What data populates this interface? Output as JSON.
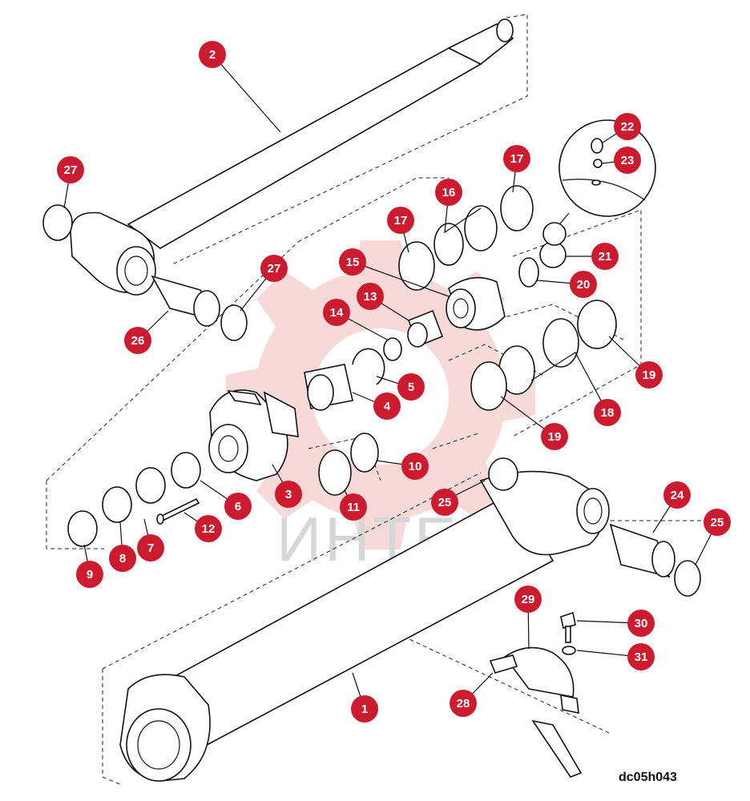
{
  "watermark": "ИНТЕХ",
  "diagram_code": "dc05h043",
  "callouts": [
    "2",
    "27",
    "26",
    "27",
    "17",
    "16",
    "17",
    "15",
    "13",
    "14",
    "5",
    "4",
    "22",
    "23",
    "21",
    "20",
    "19",
    "18",
    "19",
    "3",
    "6",
    "12",
    "7",
    "8",
    "9",
    "10",
    "11",
    "25",
    "24",
    "25",
    "29",
    "30",
    "31",
    "28",
    "1"
  ],
  "colors": {
    "callout": "#cc1a2e",
    "line": "#111111",
    "watermark": "#f2b9bc"
  }
}
